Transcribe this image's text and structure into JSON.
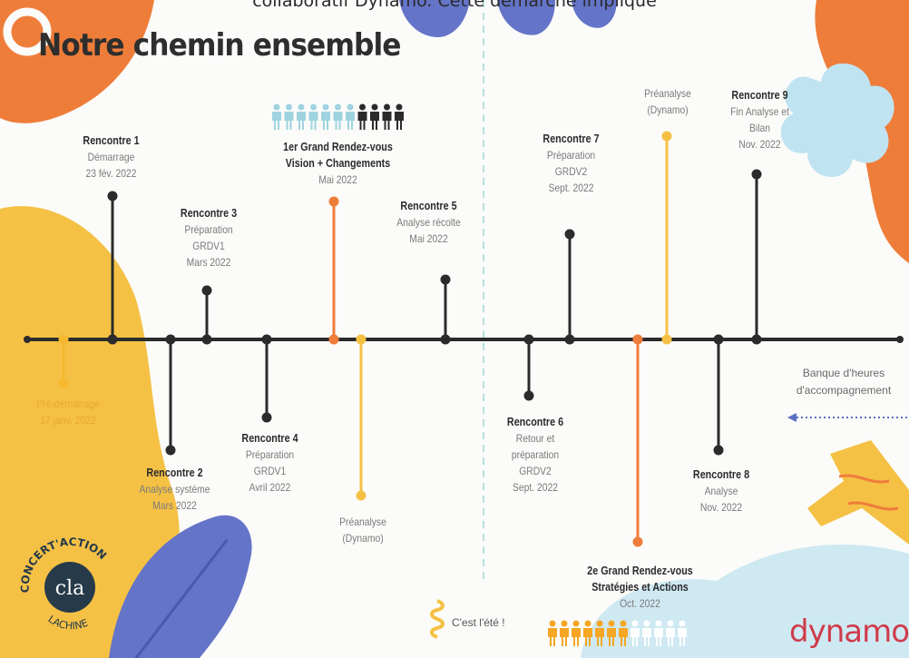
{
  "caption": "collaboratif Dynamo. Cette démarche implique",
  "title": "Notre chemin ensemble",
  "events": [
    {
      "id": "pre-demarrage",
      "lines": [
        "Pré-démarrage",
        "17 janv. 2022"
      ],
      "accent": "#f5b82e"
    },
    {
      "id": "rencontre-1",
      "title": "Rencontre 1",
      "lines": [
        "Démarrage",
        "23 fév. 2022"
      ]
    },
    {
      "id": "rencontre-2",
      "title": "Rencontre 2",
      "lines": [
        "Analyse système",
        "Mars 2022"
      ]
    },
    {
      "id": "rencontre-3",
      "title": "Rencontre 3",
      "lines": [
        "Préparation",
        "GRDV1",
        "Mars 2022"
      ]
    },
    {
      "id": "rencontre-4",
      "title": "Rencontre 4",
      "lines": [
        "Préparation",
        "GRDV1",
        "Avril 2022"
      ]
    },
    {
      "id": "grdv-1",
      "title": "1er Grand Rendez-vous",
      "subtitle": "Vision + Changements",
      "lines": [
        "Mai 2022"
      ]
    },
    {
      "id": "preanalyse-1",
      "lines": [
        "Préanalyse",
        "(Dynamo)"
      ]
    },
    {
      "id": "rencontre-5",
      "title": "Rencontre 5",
      "lines": [
        "Analyse récolte",
        "Mai 2022"
      ]
    },
    {
      "id": "rencontre-6",
      "title": "Rencontre 6",
      "lines": [
        "Retour et",
        "préparation",
        "GRDV2",
        "Sept. 2022"
      ]
    },
    {
      "id": "rencontre-7",
      "title": "Rencontre 7",
      "lines": [
        "Préparation",
        "GRDV2",
        "Sept. 2022"
      ]
    },
    {
      "id": "grdv-2",
      "title": "2e Grand Rendez-vous",
      "subtitle": "Stratégies et Actions",
      "lines": [
        "Oct. 2022"
      ]
    },
    {
      "id": "preanalyse-2",
      "lines": [
        "Préanalyse",
        "(Dynamo)"
      ]
    },
    {
      "id": "rencontre-8",
      "title": "Rencontre 8",
      "lines": [
        "Analyse",
        "Nov. 2022"
      ]
    },
    {
      "id": "rencontre-9",
      "title": "Rencontre 9",
      "lines": [
        "Fin Analyse et",
        "Bilan",
        "Nov. 2022"
      ]
    }
  ],
  "summer_note": "C'est l'été !",
  "bank_note": [
    "Banque d'heures",
    "d'accompagnement"
  ],
  "logo": {
    "top_text": "CONCERT'ACTION",
    "bottom_text": "LACHINE",
    "monogram": "cla"
  },
  "brand": "dynamo",
  "colors": {
    "line": "#2b2b2b",
    "grdv": "#ef7d3a",
    "preanalyse": "#f5c145",
    "pre_demarrage": "#f5b82e",
    "bank_arrow": "#5b6fc4"
  }
}
